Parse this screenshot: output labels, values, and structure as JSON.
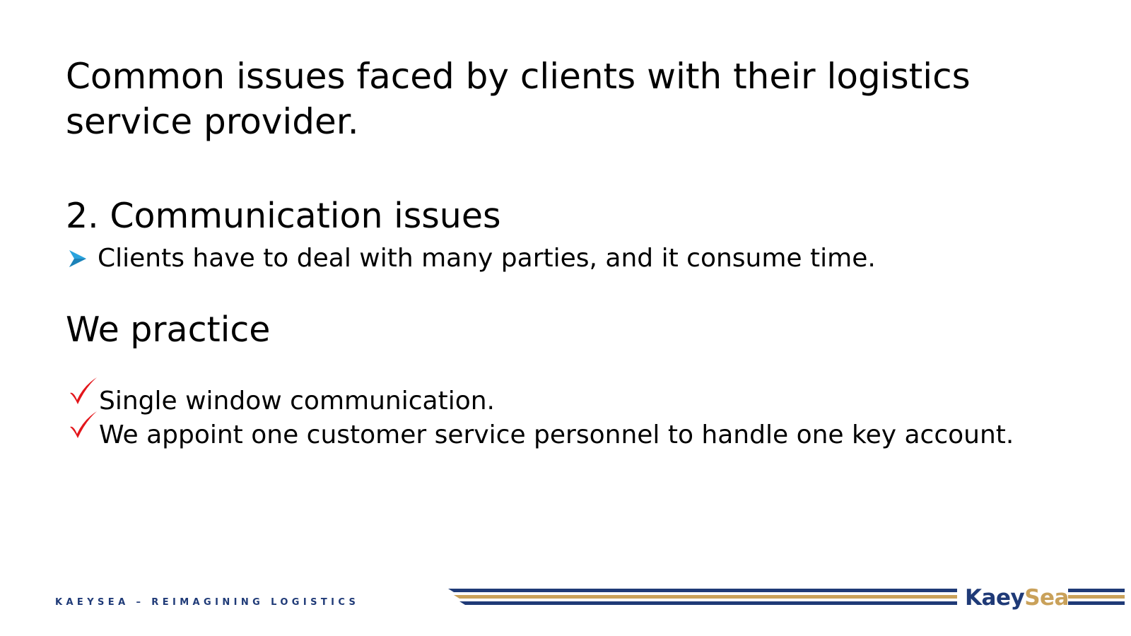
{
  "slide": {
    "title": "Common issues faced by clients with their logistics service provider.",
    "section_heading": "2. Communication issues",
    "issue_bullet": "Clients have to deal with many parties, and it consume time.",
    "practice_heading": "We practice",
    "practices": [
      "Single window communication.",
      "We appoint one customer service personnel to handle one key account."
    ]
  },
  "footer": {
    "tagline": "KAEYSEA – REIMAGINING LOGISTICS",
    "logo_part_1": "Kaey",
    "logo_part_2": "Sea"
  },
  "icons": {
    "bullet": "arrow-bullet-icon",
    "check": "checkmark-icon"
  },
  "colors": {
    "bullet_blue": "#2aa3dd",
    "check_red": "#e3161b",
    "brand_navy": "#1f3a77",
    "brand_gold": "#c9a15a"
  }
}
